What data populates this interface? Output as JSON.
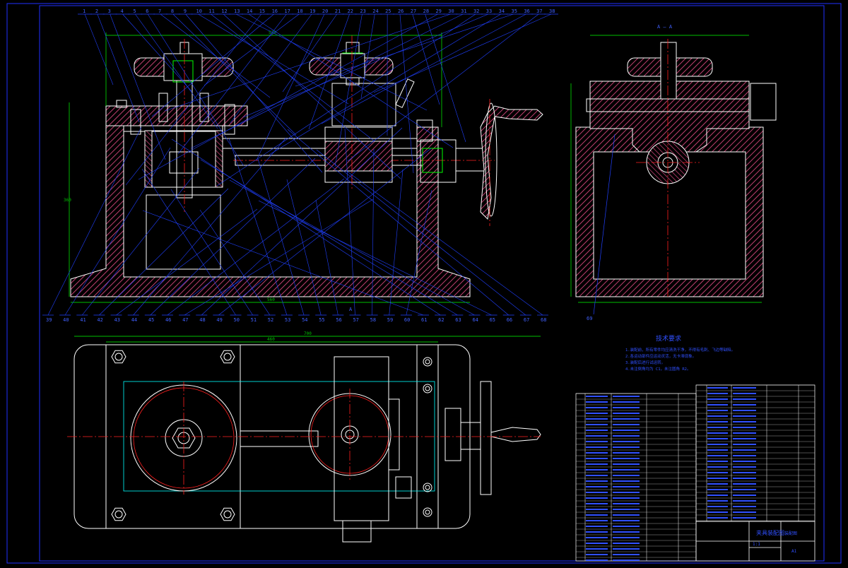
{
  "sheet": {
    "colors": {
      "background": "#000000",
      "border": "#2030ff",
      "outline": "#ffffff",
      "hatch": "#c04070",
      "center": "#ff2020",
      "dimension": "#00ff00",
      "leader": "#2040ff",
      "accent": "#ffff00",
      "table_text": "#3050ff"
    }
  },
  "front_view": {
    "balloons_top": [
      "1",
      "2",
      "3",
      "4",
      "5",
      "6",
      "7",
      "8",
      "9",
      "10",
      "11",
      "12",
      "13",
      "14",
      "15",
      "16",
      "17",
      "18",
      "19",
      "20",
      "21",
      "22",
      "23",
      "24",
      "25",
      "26",
      "27",
      "28",
      "29",
      "30",
      "31",
      "32",
      "33",
      "34",
      "35",
      "36",
      "37",
      "38"
    ],
    "balloons_bottom": [
      "39",
      "40",
      "41",
      "42",
      "43",
      "44",
      "45",
      "46",
      "47",
      "48",
      "49",
      "50",
      "51",
      "52",
      "53",
      "54",
      "55",
      "56",
      "57",
      "58",
      "59",
      "60",
      "61",
      "62",
      "63",
      "64",
      "65",
      "66",
      "67",
      "68"
    ],
    "dim_top": "520",
    "dim_left": "360",
    "dim_bottom": "560",
    "section_mark": "A"
  },
  "side_view": {
    "section_title": "A — A",
    "balloon": "69"
  },
  "top_view": {
    "dim_outer": "700",
    "dim_inner": "460"
  },
  "notes": {
    "title": "技术要求",
    "lines": [
      "1.装配前，所有零件均应清洗干净，不得有毛刺、飞边等缺陷。",
      "2.各运动部件应运动灵活，无卡滞现象。",
      "3.装配后进行试运转。",
      "4.未注倒角均为 C1，未注圆角 R2。"
    ]
  },
  "title_block": {
    "name": "夹具装配图",
    "drawing_no": "装配图",
    "scale": "1:1",
    "sheet": "A1"
  }
}
